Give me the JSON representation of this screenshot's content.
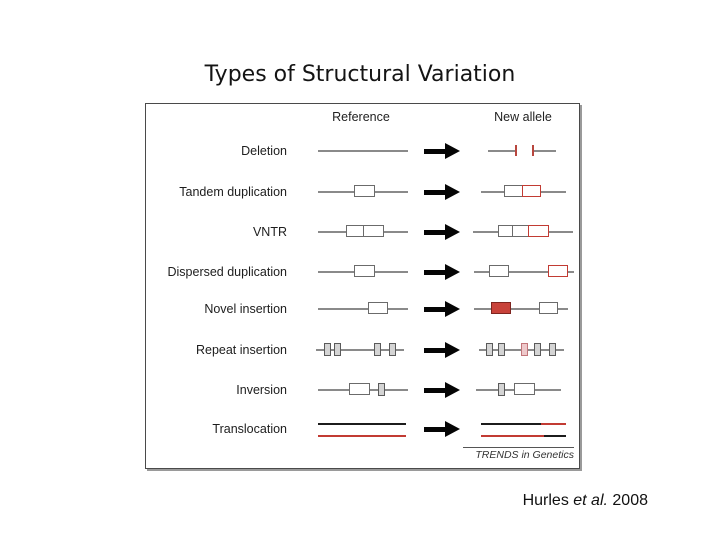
{
  "slide": {
    "title": "Types of Structural Variation",
    "citation": {
      "prefix": "Hurles ",
      "italic": "et al.",
      "suffix": " 2008"
    }
  },
  "figure": {
    "headers": {
      "reference": "Reference",
      "new_allele": "New allele"
    },
    "credit": "TRENDS in Genetics",
    "rows": [
      {
        "label": "Deletion"
      },
      {
        "label": "Tandem duplication"
      },
      {
        "label": "VNTR"
      },
      {
        "label": "Dispersed duplication"
      },
      {
        "label": "Novel insertion"
      },
      {
        "label": "Repeat insertion"
      },
      {
        "label": "Inversion"
      },
      {
        "label": "Translocation"
      }
    ],
    "colors": {
      "line_gray": "#8a8a8a",
      "box_border_gray": "#6b6b6b",
      "red": "#c23b33",
      "red_fill": "#c8423a",
      "pink_fill": "#eec9cb",
      "black": "#1c1c1c"
    }
  }
}
